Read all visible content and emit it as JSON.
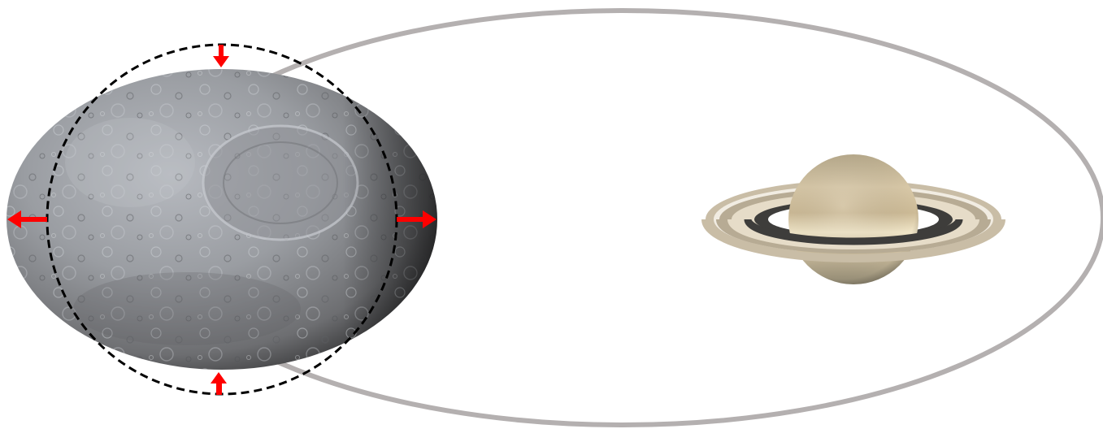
{
  "diagram": {
    "moon": {
      "icon": "cratered-moon-icon",
      "shape": "triaxial ellipsoid, elongated toward planet"
    },
    "reference_sphere": {
      "icon": "dashed-circle-icon",
      "stroke_style": "dashed"
    },
    "arrows": {
      "color": "#ff0000",
      "items": [
        {
          "id": "top",
          "icon": "arrow-down-icon",
          "meaning": "compression"
        },
        {
          "id": "bottom",
          "icon": "arrow-up-icon",
          "meaning": "compression"
        },
        {
          "id": "left",
          "icon": "arrow-left-icon",
          "meaning": "stretching"
        },
        {
          "id": "right",
          "icon": "arrow-right-icon",
          "meaning": "stretching"
        }
      ]
    },
    "orbit": {
      "icon": "orbit-ellipse-icon",
      "color": "#b4b0b0"
    },
    "planet": {
      "icon": "ringed-planet-icon",
      "name": "Saturn"
    },
    "colors": {
      "moon_light": "#a9acb2",
      "moon_dark": "#2e2e2f",
      "planet_body": "#d6c7a6",
      "rings": "#c9bda6",
      "arrow": "#ff0000",
      "dashed_circle": "#000000"
    }
  }
}
